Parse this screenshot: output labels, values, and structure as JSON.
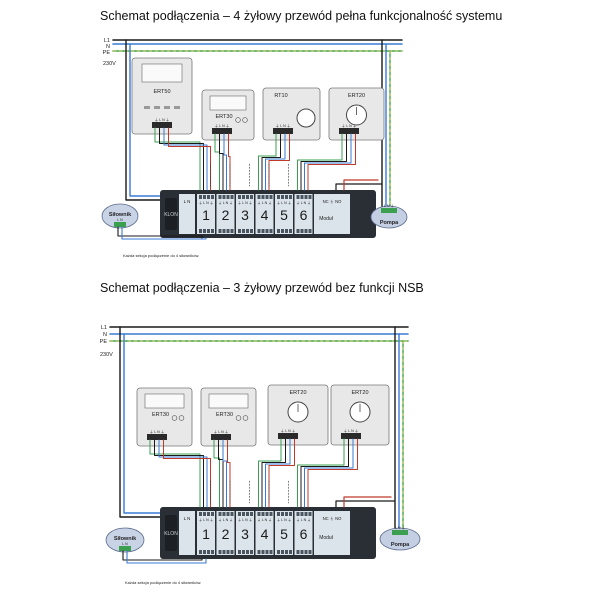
{
  "schemes": [
    {
      "title": "Schemat podłączenia – 4 żyłowy przewód pełna funkcjonalność systemu",
      "rails": [
        "L1",
        "N",
        "PE"
      ],
      "voltage": "230V",
      "thermostats": [
        {
          "label": "ERT50",
          "terminals": "⏚ L N ⏚"
        },
        {
          "label": "ERT30",
          "terminals": "⏚ L N ⏚"
        },
        {
          "label": "RT10",
          "terminals": "⏚ L N ⏚"
        },
        {
          "label": "ERT20",
          "terminals": "⏚ L N ⏚"
        }
      ],
      "strip": {
        "brand": "KLON",
        "left_terminals": "L  N",
        "zones": [
          "1",
          "2",
          "3",
          "4",
          "5",
          "6"
        ],
        "zone_terminals": "⏚ L N ⏚",
        "module_label": "Moduł",
        "relay_terminals": "NC  ⏚  NO"
      },
      "actuator": {
        "label": "Siłownik",
        "terminals": "L N"
      },
      "pump": {
        "label": "Pompa",
        "terminals": "L N ⏚"
      },
      "note": "Każda sekcja podłączenie do 4 siłowników."
    },
    {
      "title": "Schemat podłączenia – 3 żyłowy przewód bez funkcji NSB",
      "rails": [
        "L1",
        "N",
        "PE"
      ],
      "voltage": "230V",
      "thermostats": [
        {
          "label": "ERT30",
          "terminals": "⏚ L N ⏚"
        },
        {
          "label": "ERT30",
          "terminals": "⏚ L N ⏚"
        },
        {
          "label": "ERT20",
          "terminals": "⏚ L N ⏚"
        },
        {
          "label": "ERT20",
          "terminals": "⏚ L N ⏚"
        }
      ],
      "strip": {
        "brand": "KLON",
        "left_terminals": "L  N",
        "zones": [
          "1",
          "2",
          "3",
          "4",
          "5",
          "6"
        ],
        "zone_terminals": "⏚ L N ⏚",
        "module_label": "Moduł",
        "relay_terminals": "NC  ⏚  NO"
      },
      "actuator": {
        "label": "Siłownik",
        "terminals": "L N"
      },
      "pump": {
        "label": "Pompa",
        "terminals": "L N ⏚"
      },
      "note": "Każda sekcja podłączenie do 4 siłowników."
    }
  ],
  "colors": {
    "phase": "#1a1a1a",
    "neutral": "#3a7bd5",
    "earth": "#3aa050",
    "earth_stripe": "#e8d24a",
    "signal": "#c0392b",
    "strip_body": "#2a2f35",
    "zone_bg": "#dbe4ea",
    "device_fill": "#e8e8e8",
    "actuator_fill": "#c9d3e6",
    "pump_fill": "#c4cfe4"
  }
}
